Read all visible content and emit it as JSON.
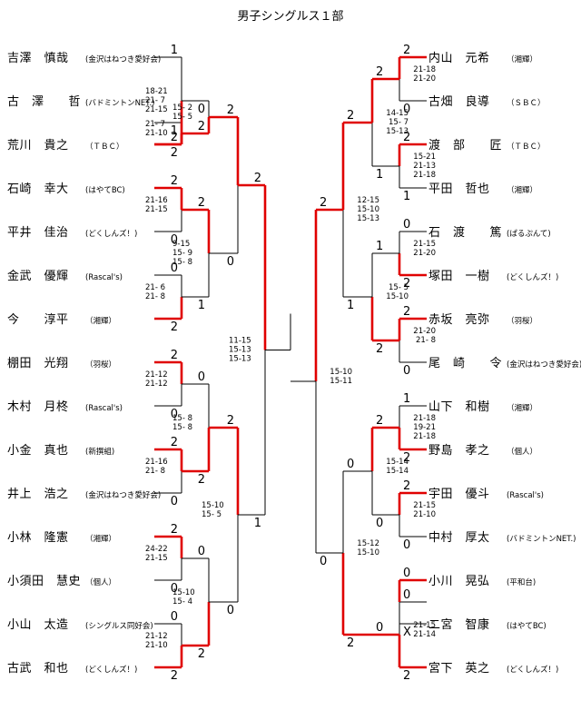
{
  "title": "男子シングルス１部",
  "colors": {
    "win": "#e00000",
    "lose": "#000000"
  },
  "left_players": [
    {
      "name": "吉澤　慎哉",
      "team": "(金沢はねつき愛好会)"
    },
    {
      "name": "古　澤　　哲",
      "team": "(バドミントンNET.)"
    },
    {
      "name": "荒川　貴之",
      "team": "（ＴＢＣ）"
    },
    {
      "name": "石崎　幸大",
      "team": "(はやてBC)"
    },
    {
      "name": "平井　佳治",
      "team": "(どくしんズ！)"
    },
    {
      "name": "金武　優輝",
      "team": "(Rascal's)"
    },
    {
      "name": "今　　淳平",
      "team": "（湘輝）"
    },
    {
      "name": "棚田　光翔",
      "team": "（羽桜）"
    },
    {
      "name": "木村　月柊",
      "team": "(Rascal's)"
    },
    {
      "name": "小金　真也",
      "team": "(新撰組)"
    },
    {
      "name": "井上　浩之",
      "team": "(金沢はねつき愛好会)"
    },
    {
      "name": "小林　隆憲",
      "team": "（湘輝）"
    },
    {
      "name": "小須田　慧史",
      "team": "（個人）"
    },
    {
      "name": "小山　太造",
      "team": "(シングルス同好会)"
    },
    {
      "name": "古武　和也",
      "team": "(どくしんズ！)"
    }
  ],
  "right_players": [
    {
      "name": "内山　元希",
      "team": "（湘輝）"
    },
    {
      "name": "古畑　良導",
      "team": "（ＳＢＣ）"
    },
    {
      "name": "渡　部　　匠",
      "team": "（ＴＢＣ）"
    },
    {
      "name": "平田　哲也",
      "team": "（湘輝）"
    },
    {
      "name": "石　渡　　篤",
      "team": "(ぱるぷんて)"
    },
    {
      "name": "塚田　一樹",
      "team": "(どくしんズ！)"
    },
    {
      "name": "赤坂　亮弥",
      "team": "（羽桜）"
    },
    {
      "name": "尾　崎　　令",
      "team": "(金沢はねつき愛好会)"
    },
    {
      "name": "山下　和樹",
      "team": "（湘輝）"
    },
    {
      "name": "野島　孝之",
      "team": "（個人）"
    },
    {
      "name": "宇田　優斗",
      "team": "(Rascal's)"
    },
    {
      "name": "中村　厚太",
      "team": "(バドミントンNET.)"
    },
    {
      "name": "小川　晃弘",
      "team": "(平和台)"
    },
    {
      "name": "二宮　智康",
      "team": "(はやてBC)"
    },
    {
      "name": "宮下　英之",
      "team": "(どくしんズ！)"
    }
  ],
  "left_matches": [
    {
      "id": "L1",
      "top": [
        2
      ],
      "bottom": [
        1,
        2
      ],
      "winner": "top",
      "score_top": "2",
      "score_bottom": "1",
      "sets": [
        "21- 7",
        "21-10"
      ]
    },
    {
      "id": "L2",
      "top": [
        0
      ],
      "bottom": [
        2
      ],
      "winner": "bottom",
      "score_top": "1",
      "score_bottom": "2",
      "sets": [
        "18-21",
        "21- 7",
        "21-15"
      ]
    },
    {
      "id": "L3",
      "top": [
        3
      ],
      "bottom": [
        4
      ],
      "winner": "top",
      "score_top": "2",
      "score_bottom": "0",
      "sets": [
        "21-16",
        "21-15"
      ]
    },
    {
      "id": "L4",
      "top": [
        5
      ],
      "bottom": [
        6
      ],
      "winner": "bottom",
      "score_top": "0",
      "score_bottom": "2",
      "sets": [
        "21- 6",
        "21- 8"
      ]
    },
    {
      "id": "L5",
      "top": [
        7
      ],
      "bottom": [
        8
      ],
      "winner": "top",
      "score_top": "2",
      "score_bottom": "0",
      "sets": [
        "21-12",
        "21-12"
      ]
    },
    {
      "id": "L6",
      "top": [
        9
      ],
      "bottom": [
        10
      ],
      "winner": "top",
      "score_top": "2",
      "score_bottom": "0",
      "sets": [
        "21-16",
        "21- 8"
      ]
    },
    {
      "id": "L7",
      "top": [
        11
      ],
      "bottom": [
        12
      ],
      "winner": "top",
      "score_top": "2",
      "score_bottom": "0",
      "sets": [
        "24-22",
        "21-15"
      ]
    },
    {
      "id": "L8",
      "top": [
        13
      ],
      "bottom": [
        14
      ],
      "winner": "bottom",
      "score_top": "0",
      "score_bottom": "2",
      "sets": [
        "21-12",
        "21-10"
      ]
    },
    {
      "id": "L9",
      "top": "L1",
      "bottom": "L2",
      "winner": "top",
      "score_top": "2",
      "score_bottom": "0",
      "sets": [
        "15- 2",
        "15- 5"
      ]
    },
    {
      "id": "L10",
      "top": "L3",
      "bottom": "L4",
      "winner": "top",
      "score_top": "2",
      "score_bottom": "1",
      "sets": [
        "9-15",
        "15- 9",
        "15- 8"
      ]
    },
    {
      "id": "L11",
      "top": "L5",
      "bottom": "L6",
      "winner": "bottom",
      "score_top": "0",
      "score_bottom": "2",
      "sets": [
        "15- 8",
        "15- 8"
      ]
    },
    {
      "id": "L12",
      "top": "L7",
      "bottom": "L8",
      "winner": "bottom",
      "score_top": "0",
      "score_bottom": "2",
      "sets": [
        "15-10",
        "15- 4"
      ]
    },
    {
      "id": "L13",
      "top": "L9",
      "bottom": "L10",
      "winner": "top",
      "score_top": "2",
      "score_bottom": "0",
      "sets": []
    },
    {
      "id": "L14",
      "top": "L11",
      "bottom": "L12",
      "winner": "top",
      "score_top": "2",
      "score_bottom": "0",
      "sets": [
        "15-10",
        "15- 5"
      ]
    },
    {
      "id": "L15",
      "top": "L13",
      "bottom": "L14",
      "winner": "top",
      "score_top": "2",
      "score_bottom": "1",
      "sets": [
        "11-15",
        "15-13",
        "15-13"
      ]
    }
  ],
  "right_matches": [
    {
      "id": "R1",
      "top": [
        0
      ],
      "bottom": [
        1
      ],
      "winner": "top",
      "score_top": "2",
      "score_bottom": "0",
      "sets": [
        "21-18",
        "21-20"
      ]
    },
    {
      "id": "R2",
      "top": [
        2
      ],
      "bottom": [
        3
      ],
      "winner": "top",
      "score_top": "2",
      "score_bottom": "1",
      "sets": [
        "15-21",
        "21-13",
        "21-18"
      ]
    },
    {
      "id": "R3",
      "top": [
        4
      ],
      "bottom": [
        5
      ],
      "winner": "bottom",
      "score_top": "0",
      "score_bottom": "2",
      "sets": [
        "21-15",
        "21-20"
      ]
    },
    {
      "id": "R4",
      "top": [
        6
      ],
      "bottom": [
        7
      ],
      "winner": "top",
      "score_top": "2",
      "score_bottom": "0",
      "sets": [
        "21-20",
        "21- 8"
      ]
    },
    {
      "id": "R5",
      "top": [
        8
      ],
      "bottom": [
        9
      ],
      "winner": "bottom",
      "score_top": "1",
      "score_bottom": "2",
      "sets": [
        "21-18",
        "19-21",
        "21-18"
      ]
    },
    {
      "id": "R6",
      "top": [
        10
      ],
      "bottom": [
        11
      ],
      "winner": "top",
      "score_top": "2",
      "score_bottom": "0",
      "sets": [
        "21-15",
        "21-10"
      ]
    },
    {
      "id": "R7",
      "top": [
        12,
        13
      ],
      "bottom": [
        14
      ],
      "winner": "bottom",
      "score_top": "0",
      "score_bottom": "2",
      "sets": [
        "21-15",
        "21-14"
      ]
    },
    {
      "id": "R7a",
      "top": [
        12
      ],
      "bottom": [
        13
      ],
      "winner": "top",
      "score_top": "0",
      "score_bottom": "X",
      "sets": []
    },
    {
      "id": "R8",
      "top": "R1",
      "bottom": "R2",
      "winner": "top",
      "score_top": "2",
      "score_bottom": "1",
      "sets": [
        "14-15",
        "15- 7",
        "15-13"
      ]
    },
    {
      "id": "R9",
      "top": "R3",
      "bottom": "R4",
      "winner": "bottom",
      "score_top": "1",
      "score_bottom": "2",
      "sets": [
        "15- 5",
        "15-10"
      ]
    },
    {
      "id": "R10",
      "top": "R5",
      "bottom": "R6",
      "winner": "top",
      "score_top": "2",
      "score_bottom": "0",
      "sets": [
        "15-14",
        "15-14"
      ]
    },
    {
      "id": "R11",
      "top": "R7",
      "bottom": null,
      "winner": "top",
      "score_top": "0",
      "score_bottom": "2",
      "sets": []
    },
    {
      "id": "R12",
      "top": "R8",
      "bottom": "R9",
      "winner": "top",
      "score_top": "2",
      "score_bottom": "1",
      "sets": [
        "12-15",
        "15-10",
        "15-13"
      ]
    },
    {
      "id": "R13",
      "top": "R10",
      "bottom": "R11",
      "winner": "bottom",
      "score_top": "0",
      "score_bottom": "2",
      "sets": [
        "15-12",
        "15-10"
      ]
    },
    {
      "id": "R14",
      "top": "R12",
      "bottom": "R13",
      "winner": "top",
      "score_top": "2",
      "score_bottom": "0",
      "sets": [
        "15-10",
        "15-11"
      ]
    }
  ]
}
